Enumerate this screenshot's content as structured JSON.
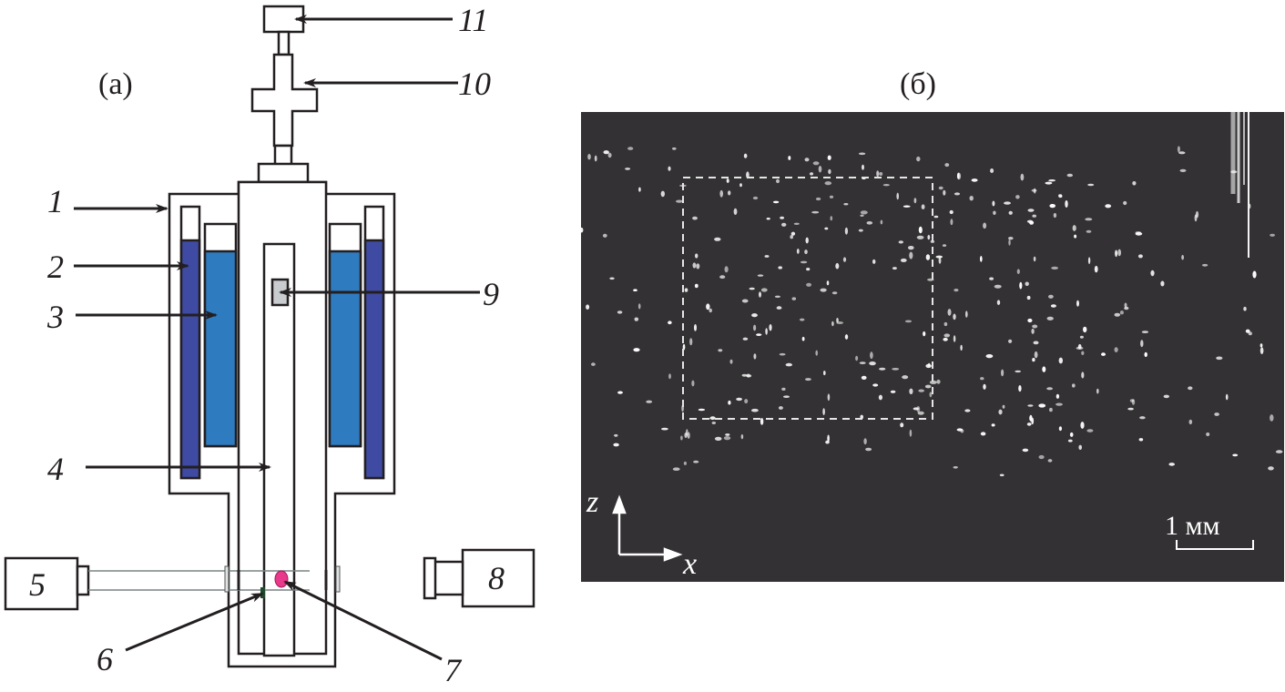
{
  "panel_a": {
    "label": "(a)",
    "callouts": [
      {
        "id": "1",
        "text": "1"
      },
      {
        "id": "2",
        "text": "2"
      },
      {
        "id": "3",
        "text": "3"
      },
      {
        "id": "4",
        "text": "4"
      },
      {
        "id": "5",
        "text": "5"
      },
      {
        "id": "6",
        "text": "6"
      },
      {
        "id": "7",
        "text": "7"
      },
      {
        "id": "8",
        "text": "8"
      },
      {
        "id": "9",
        "text": "9"
      },
      {
        "id": "10",
        "text": "10"
      },
      {
        "id": "11",
        "text": "11"
      }
    ],
    "colors": {
      "outer_coolant": "#3f4ba3",
      "inner_coolant": "#2f7bbf",
      "sample": "#e8398b",
      "holder": "#c8ccce",
      "line": "#231f20"
    }
  },
  "panel_b": {
    "label": "(б)",
    "axes": {
      "vertical": "z",
      "horizontal": "x"
    },
    "scale_bar": {
      "label": "1 мм"
    },
    "colors": {
      "background": "#333133",
      "particles": "#ffffff"
    }
  }
}
